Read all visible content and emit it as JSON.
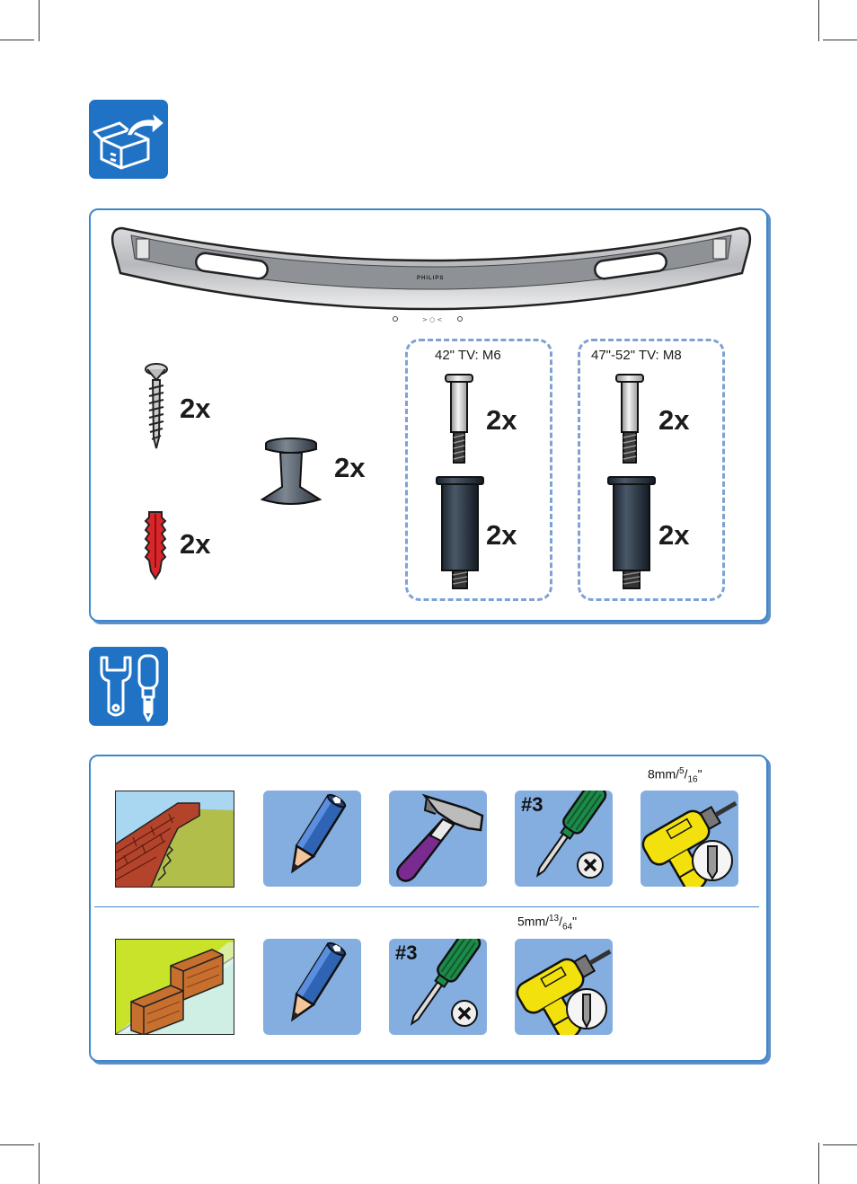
{
  "sections": {
    "box_contents": {
      "icon": "box-contents-icon",
      "soundbar": {
        "brand": "PHILIPS"
      },
      "parts": [
        {
          "name": "wood-screw",
          "qty": "2x"
        },
        {
          "name": "wall-plug",
          "qty": "2x"
        },
        {
          "name": "spacer-foot",
          "qty": "2x"
        }
      ],
      "groups": [
        {
          "title": "42\" TV: M6",
          "bolt_qty": "2x",
          "spacer_qty": "2x"
        },
        {
          "title": "47\"-52\" TV: M8",
          "bolt_qty": "2x",
          "spacer_qty": "2x"
        }
      ]
    },
    "tools": {
      "icon": "tools-icon",
      "row1": {
        "wall": "brick-wall",
        "screwdriver_label": "#3",
        "drill_spec": {
          "main": "8mm/",
          "num": "5",
          "den": "16",
          "suffix": "\""
        }
      },
      "row2": {
        "wall": "stud-wall",
        "screwdriver_label": "#3",
        "drill_spec": {
          "main": "5mm/",
          "num": "13",
          "den": "64",
          "suffix": "\""
        }
      }
    }
  },
  "colors": {
    "accent": "#1f72c4",
    "panel_border": "#3f86cc",
    "tile": "#84aee0",
    "dash": "#7ea3d3"
  }
}
